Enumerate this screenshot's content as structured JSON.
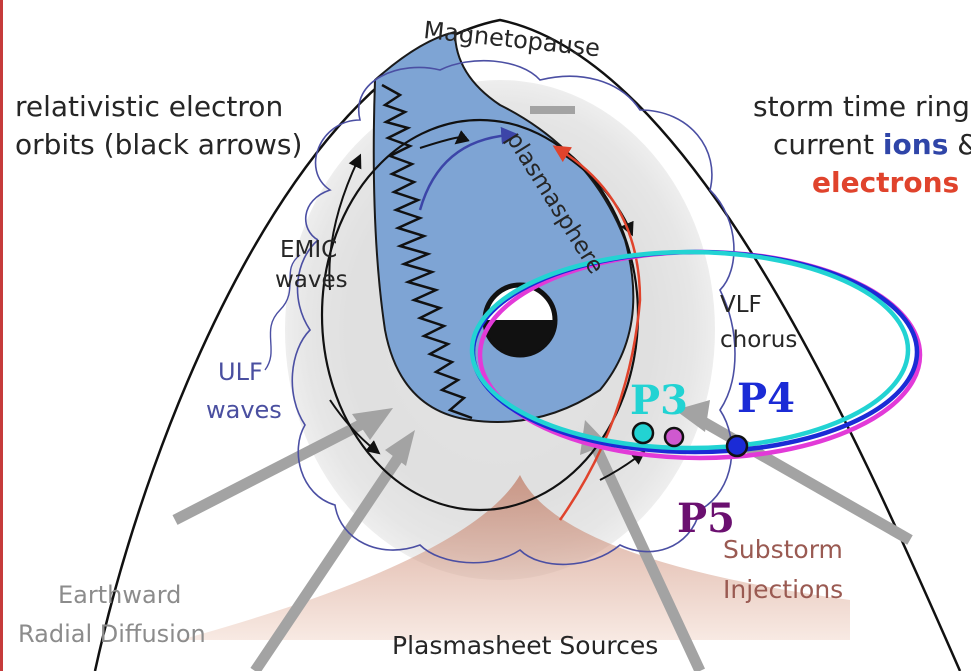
{
  "title": "Magnetopause",
  "labels": {
    "relativistic_line1": "relativistic electron",
    "relativistic_line2": "orbits (black arrows)",
    "storm_line1": "storm time ring",
    "storm_line2_pre": "current ",
    "storm_line2_ions": "ions",
    "storm_line2_post": " &",
    "storm_line3": "electrons",
    "emic_line1": "EMIC",
    "emic_line2": "waves",
    "ulf_line1": "ULF",
    "ulf_line2": "waves",
    "plasmasphere": "plasmasphere",
    "vlf_line1": "VLF",
    "vlf_line2": "chorus",
    "substorm_line1": "Substorm",
    "substorm_line2": "Injections",
    "earthward_line1": "Earthward",
    "earthward_line2": "Radial Diffusion",
    "plasmasheet_sources": "Plasmasheet Sources"
  },
  "probes": [
    {
      "name": "P3",
      "color": "#22d3d3"
    },
    {
      "name": "P4",
      "color": "#1b2bd6"
    },
    {
      "name": "P5",
      "color": "#6b1070"
    }
  ],
  "colors": {
    "plasmasphere_fill": "#7ea4d4",
    "ring_current_fill": "#d9d9d9",
    "ions": "#2f45a8",
    "electrons": "#e0432c",
    "wave_line": "#4b4fa3",
    "sources": "#c8745a",
    "orbit_cyan": "#22d3d3",
    "orbit_blue": "#1b2bd6",
    "orbit_magenta": "#e23ad8"
  }
}
